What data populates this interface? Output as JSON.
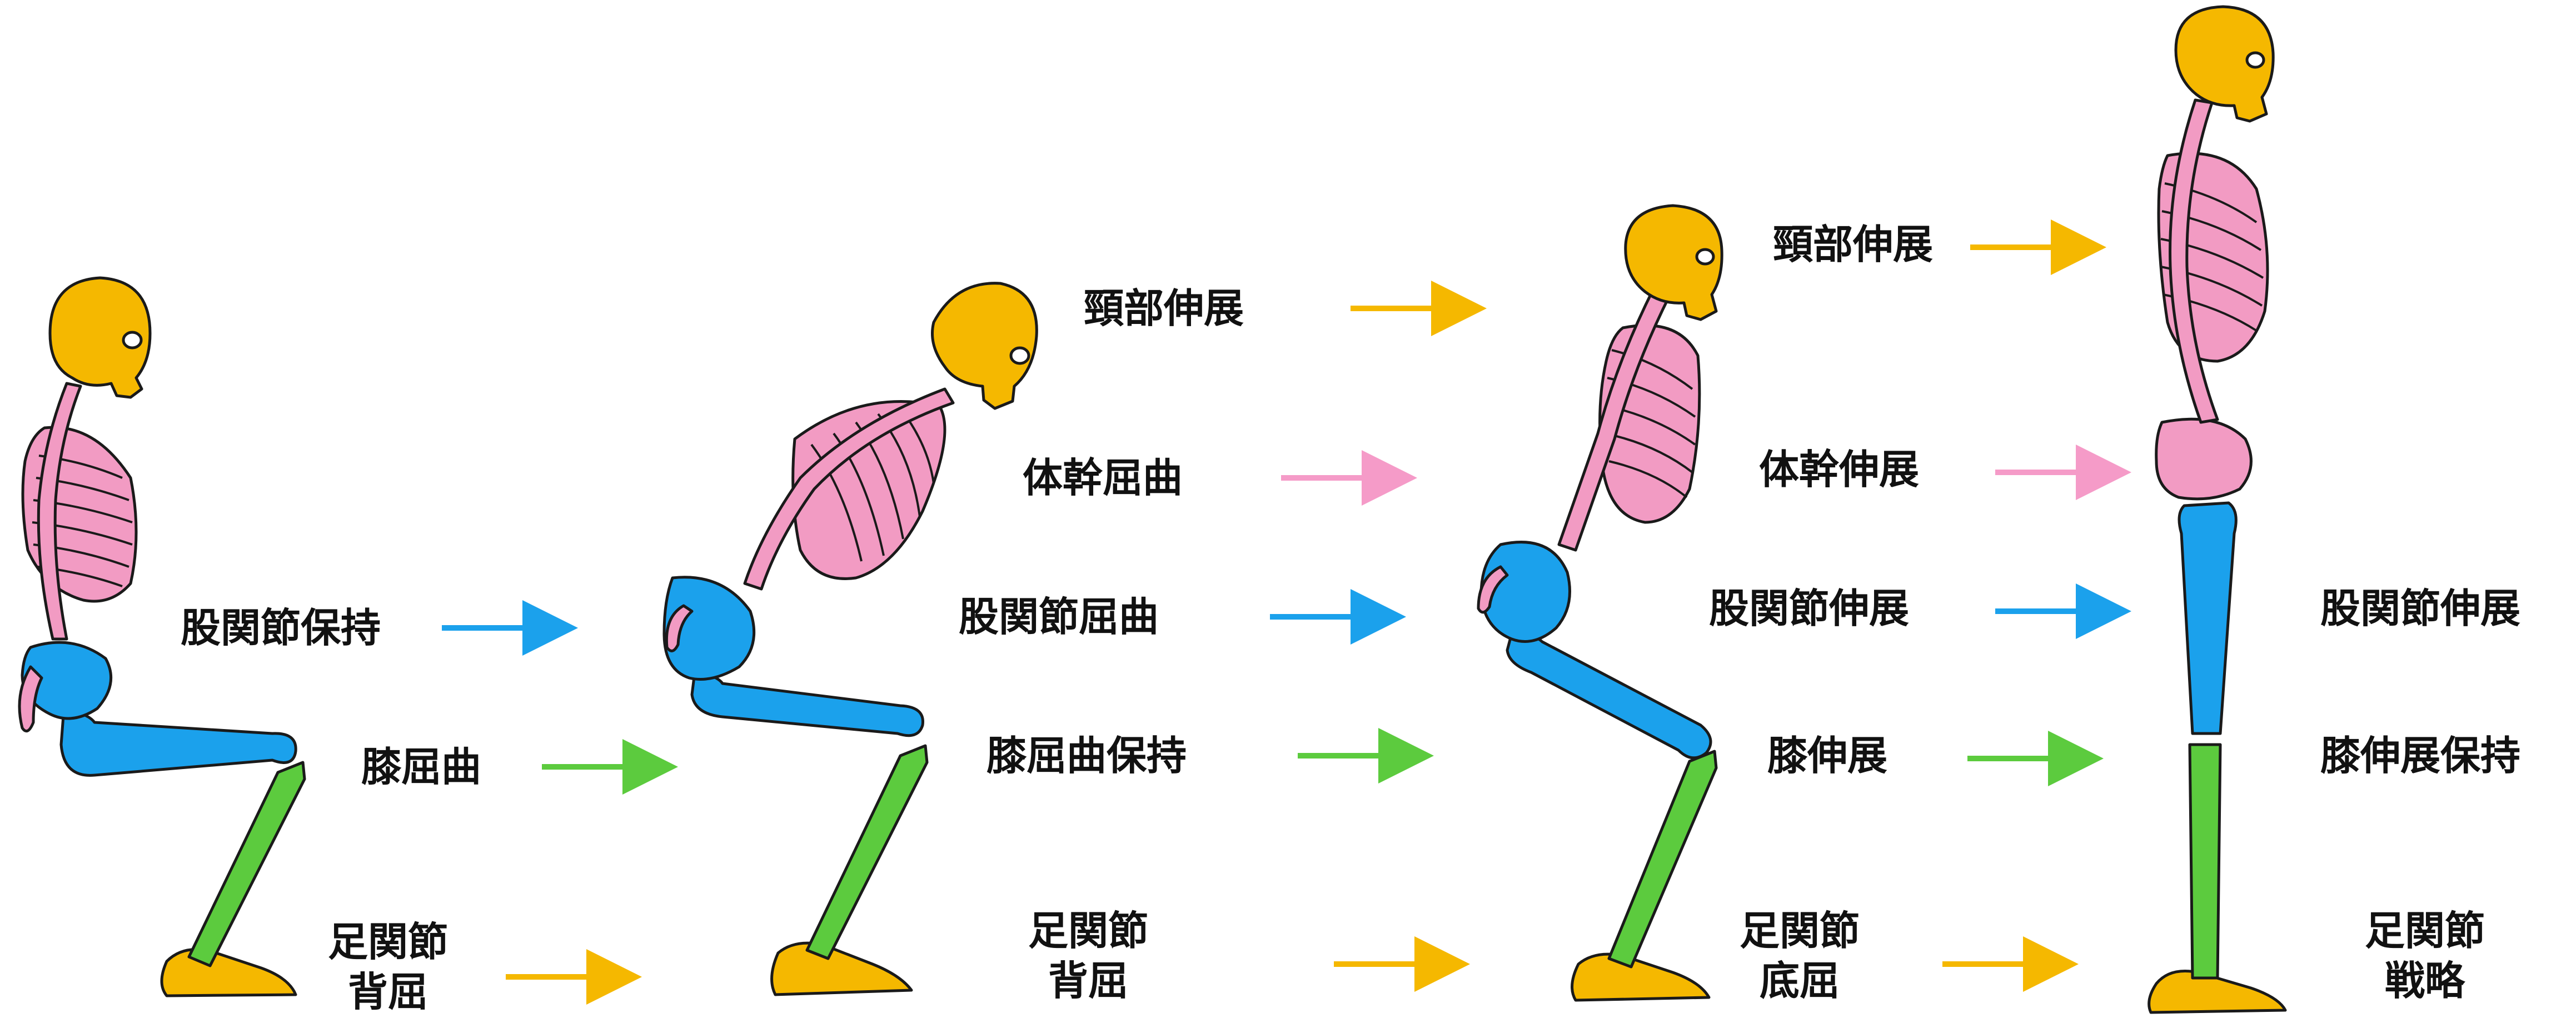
{
  "colors": {
    "skull": "#F5B800",
    "trunk": "#F29BC3",
    "hip": "#1BA1EC",
    "shank": "#5CCB3E",
    "foot": "#F5B800",
    "outline": "#1a1a1a",
    "arrow_neck": "#F5B800",
    "arrow_trunk": "#F59BC8",
    "arrow_hip": "#1BA1EC",
    "arrow_knee": "#5CCB3E",
    "arrow_ankle": "#F5B800"
  },
  "stage1": {
    "hip": "股関節保持",
    "knee": "膝屈曲",
    "ankle_line1": "足関節",
    "ankle_line2": "背屈"
  },
  "stage2": {
    "neck": "頸部伸展",
    "trunk": "体幹屈曲",
    "hip": "股関節屈曲",
    "knee": "膝屈曲保持",
    "ankle_line1": "足関節",
    "ankle_line2": "背屈"
  },
  "stage3": {
    "neck": "頸部伸展",
    "trunk": "体幹伸展",
    "hip": "股関節伸展",
    "knee": "膝伸展",
    "ankle_line1": "足関節",
    "ankle_line2": "底屈"
  },
  "stage4": {
    "hip": "股関節伸展",
    "knee": "膝伸展保持",
    "ankle_line1": "足関節",
    "ankle_line2": "戦略"
  },
  "figures": [
    {
      "pose": "sitting"
    },
    {
      "pose": "trunk-forward-flexion"
    },
    {
      "pose": "rising"
    },
    {
      "pose": "standing"
    }
  ]
}
